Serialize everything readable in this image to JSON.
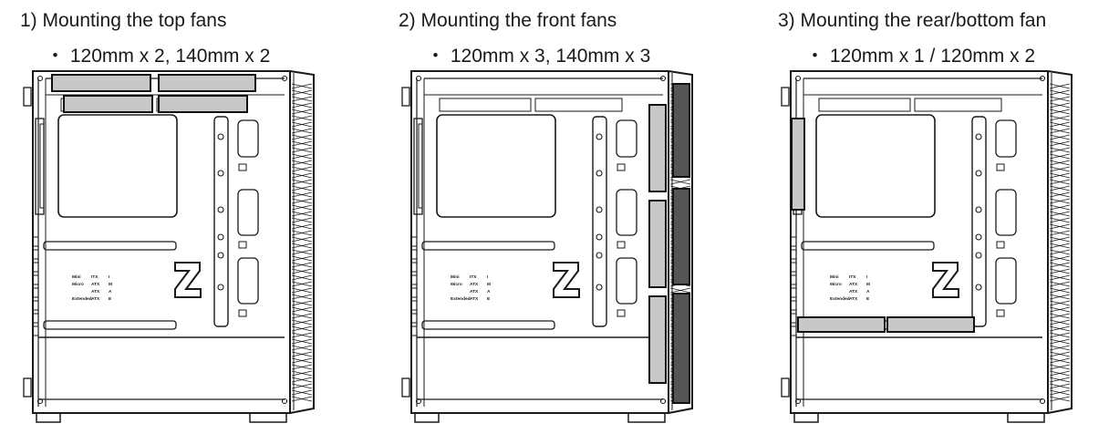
{
  "panels": [
    {
      "title": "1) Mounting the top fans",
      "spec": "・ 120mm x 2, 140mm x 2",
      "highlight": "top"
    },
    {
      "title": "2) Mounting the front fans",
      "spec": "・ 120mm x 3, 140mm x 3",
      "highlight": "front"
    },
    {
      "title": "3) Mounting the rear/bottom fan",
      "spec": "・ 120mm x 1 / 120mm x 2",
      "highlight": "rear-bottom"
    }
  ],
  "board_labels": {
    "rows": [
      {
        "name": "Mini",
        "form": "ITX",
        "code": "I"
      },
      {
        "name": "Micro",
        "form": "ATX",
        "code": "M"
      },
      {
        "name": "",
        "form": "ATX",
        "code": "A"
      },
      {
        "name": "Extended",
        "form": "ATX",
        "code": "E"
      }
    ]
  },
  "colors": {
    "line": "#1a1a1a",
    "highlight_fill": "#c8c8c8",
    "highlight_stroke": "#111111"
  }
}
